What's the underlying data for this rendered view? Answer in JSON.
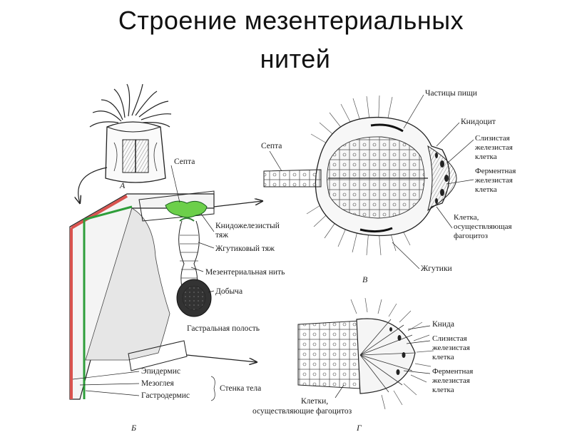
{
  "title": {
    "line1": "Строение мезентериальных",
    "line2": "нитей"
  },
  "figures": {
    "A": {
      "letter": "А"
    },
    "B": {
      "letter": "Б"
    },
    "V": {
      "letter": "В"
    },
    "G": {
      "letter": "Г"
    }
  },
  "labels": {
    "septa_b": "Септа",
    "cnido_glandular_1": "Книдожелезистый",
    "cnido_glandular_2": "тяж",
    "flagellar_cord": "Жгутиковый тяж",
    "mesenterial_filament": "Мезентериальная нить",
    "prey": "Добыча",
    "gastral_cavity": "Гастральная полость",
    "epidermis": "Эпидермис",
    "mesoglea": "Мезоглея",
    "gastrodermis": "Гастродермис",
    "body_wall": "Стенка тела",
    "food_particles": "Частицы пищи",
    "cnidocyte": "Книдоцит",
    "septa_v": "Септа",
    "mucous_gland_v_1": "Слизистая",
    "mucous_gland_v_2": "железистая",
    "mucous_gland_v_3": "клетка",
    "enzyme_gland_v_1": "Ферментная",
    "enzyme_gland_v_2": "железистая",
    "enzyme_gland_v_3": "клетка",
    "phagocyte_v_1": "Клетка,",
    "phagocyte_v_2": "осуществляющая",
    "phagocyte_v_3": "фагоцитоз",
    "flagella": "Жгутики",
    "cnida": "Книда",
    "mucous_gland_g_1": "Слизистая",
    "mucous_gland_g_2": "железистая",
    "mucous_gland_g_3": "клетка",
    "enzyme_gland_g_1": "Ферментная",
    "enzyme_gland_g_2": "железистая",
    "enzyme_gland_g_3": "клетка",
    "phagocytes_g_1": "Клетки,",
    "phagocytes_g_2": "осуществляющие фагоцитоз"
  },
  "colors": {
    "epidermis_line": "#d9534f",
    "gastrodermis_line": "#2e9e3a",
    "cnido_glandular_fill": "#6ccf4a",
    "ink": "#1a1a1a"
  }
}
